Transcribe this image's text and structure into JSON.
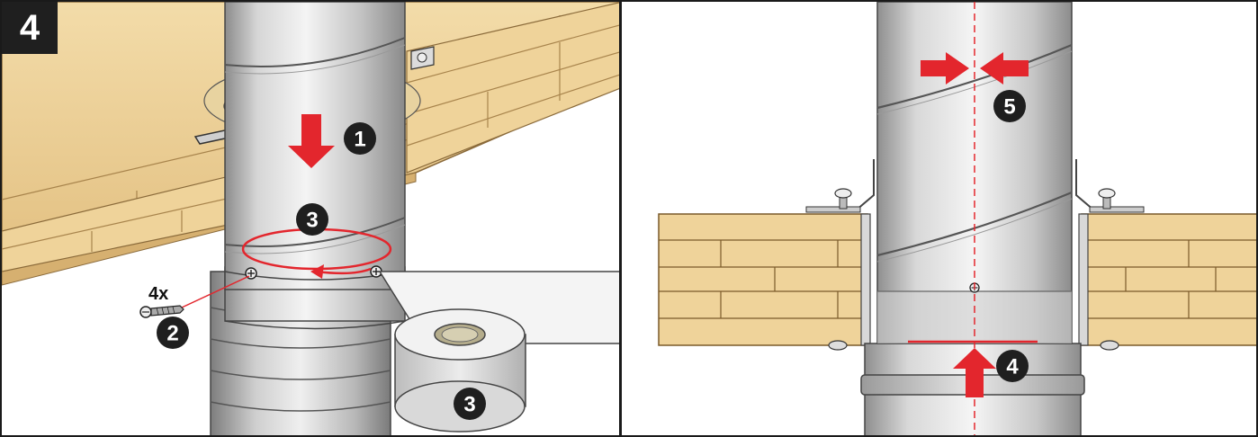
{
  "figure": {
    "step_number": "4",
    "screw_count_label": "4x"
  },
  "callouts": {
    "left": [
      {
        "id": "push-down",
        "number": "1"
      },
      {
        "id": "screw",
        "number": "2"
      },
      {
        "id": "rotate",
        "number": "3"
      },
      {
        "id": "tape",
        "number": "3"
      }
    ],
    "right": [
      {
        "id": "insertion-depth",
        "number": "4"
      },
      {
        "id": "center",
        "number": "5"
      }
    ]
  },
  "colors": {
    "arrow_red": "#e3262d",
    "wood_light": "#efd39a",
    "wood_dark": "#c9a264",
    "metal_light": "#f2f2f2",
    "metal_mid": "#c8c8c8",
    "metal_dark": "#8a8a8a",
    "badge_bg": "#1f1f1f"
  },
  "icons": [
    "down-arrow-icon",
    "rotation-arrow-icon",
    "screw-icon",
    "tape-roll-icon",
    "centering-arrows-icon",
    "up-arrow-icon"
  ]
}
